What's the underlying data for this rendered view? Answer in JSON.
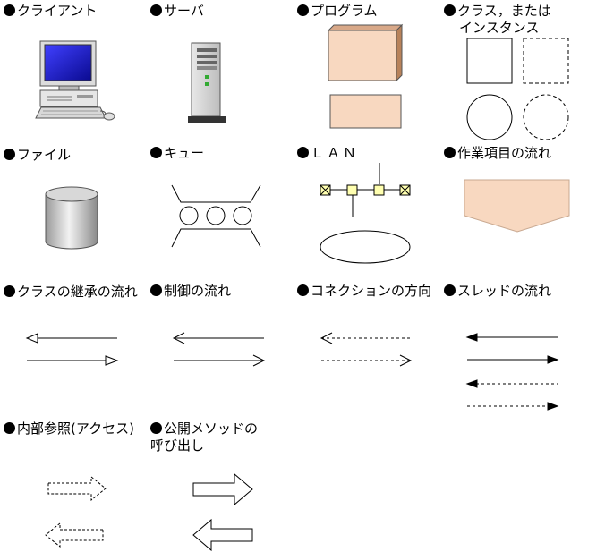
{
  "legend": {
    "client": "クライアント",
    "server": "サーバ",
    "program": "プログラム",
    "class_instance_line1": "クラス，または",
    "class_instance_line2": "インスタンス",
    "file": "ファイル",
    "queue": "キュー",
    "lan": "ＬＡＮ",
    "work_item_flow": "作業項目の流れ",
    "class_inheritance_flow": "クラスの継承の流れ",
    "control_flow": "制御の流れ",
    "connection_direction": "コネクションの方向",
    "thread_flow": "スレッドの流れ",
    "internal_reference": "内部参照(アクセス)",
    "public_method_call_line1": "公開メソッドの",
    "public_method_call_line2": "呼び出し"
  },
  "colors": {
    "program_fill": "#f8d8c0",
    "program_side": "#b8825a",
    "work_item_fill": "#f8d8c0",
    "monitor_screen": "#1010a0"
  }
}
